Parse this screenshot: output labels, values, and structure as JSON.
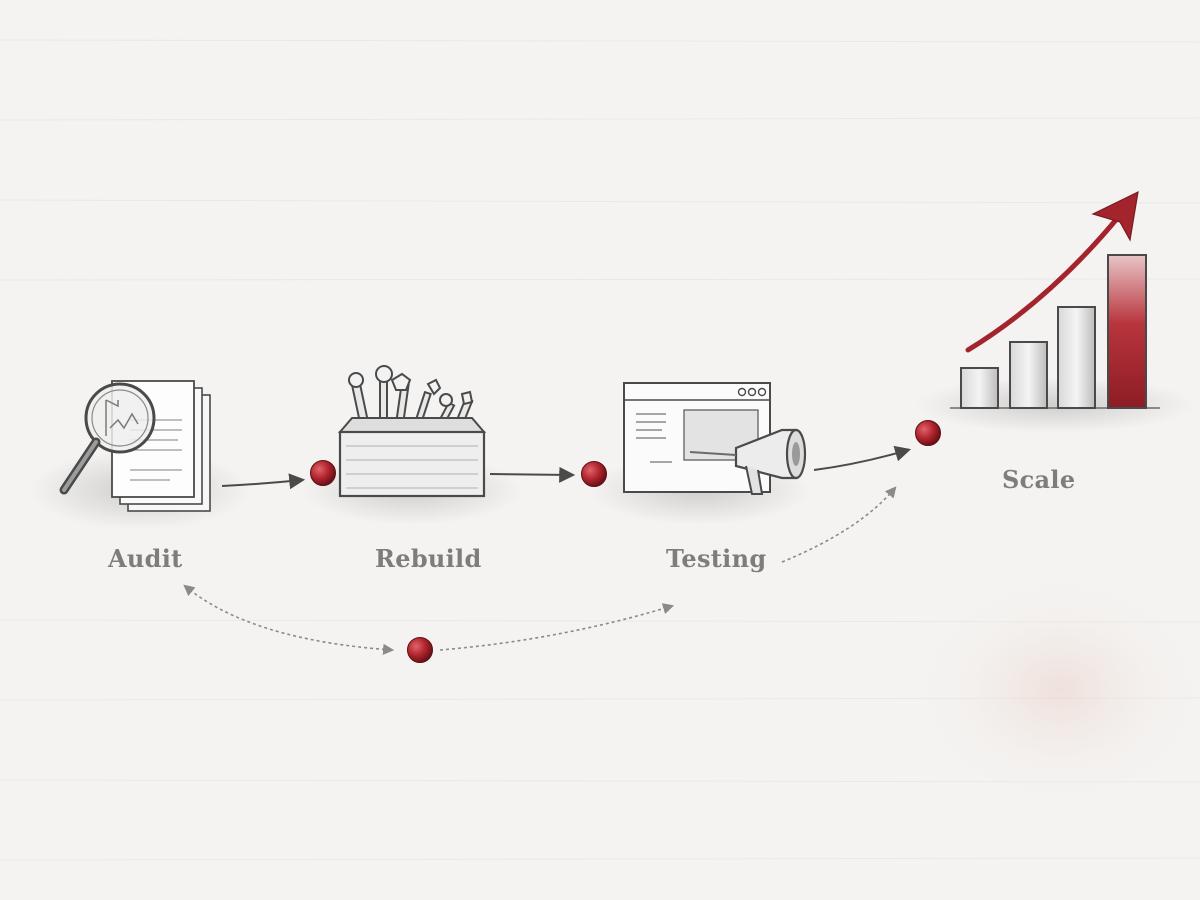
{
  "diagram": {
    "stages": [
      {
        "label": "Audit",
        "icon": "magnifier-document-icon"
      },
      {
        "label": "Rebuild",
        "icon": "toolbox-icon"
      },
      {
        "label": "Testing",
        "icon": "browser-megaphone-icon"
      },
      {
        "label": "Scale",
        "icon": "growth-bar-chart-icon"
      }
    ],
    "colors": {
      "background": "#f4f3f1",
      "ink": "#4a4a4a",
      "label": "#7d7d7d",
      "accent_red": "#a3242d",
      "node_red": "#b3262f"
    }
  }
}
